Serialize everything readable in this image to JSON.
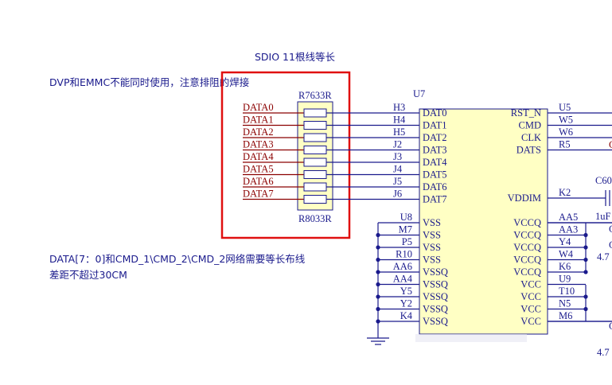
{
  "notes": {
    "sdio": "SDIO 11根线等长",
    "dvp": "DVP和EMMC不能同时使用，注意排阻的焊接",
    "data_line1": "DATA[7：0]和CMD_1\\CMD_2\\CMD_2网络需要等长布线",
    "data_line2": "差距不超过30CM"
  },
  "resistor": {
    "top_label": "R7633R",
    "bottom_label": "R8033R"
  },
  "chip": {
    "ref": "U7"
  },
  "nets": [
    "DATA0",
    "DATA1",
    "DATA2",
    "DATA3",
    "DATA4",
    "DATA5",
    "DATA6",
    "DATA7"
  ],
  "left_pins": [
    {
      "num": "H3",
      "name": "DAT0"
    },
    {
      "num": "H4",
      "name": "DAT1"
    },
    {
      "num": "H5",
      "name": "DAT2"
    },
    {
      "num": "J2",
      "name": "DAT3"
    },
    {
      "num": "J3",
      "name": "DAT4"
    },
    {
      "num": "J4",
      "name": "DAT5"
    },
    {
      "num": "J5",
      "name": "DAT6"
    },
    {
      "num": "J6",
      "name": "DAT7"
    }
  ],
  "right_pins_top": [
    {
      "num": "U5",
      "name": "RST_N"
    },
    {
      "num": "W5",
      "name": "CMD"
    },
    {
      "num": "W6",
      "name": "CLK"
    },
    {
      "num": "R5",
      "name": "DATS"
    }
  ],
  "vddim": {
    "num": "K2",
    "name": "VDDIM"
  },
  "gnd_pins": [
    {
      "num": "U8",
      "name": "VSS"
    },
    {
      "num": "M7",
      "name": "VSS"
    },
    {
      "num": "P5",
      "name": "VSS"
    },
    {
      "num": "R10",
      "name": "VSS"
    },
    {
      "num": "AA6",
      "name": "VSSQ"
    },
    {
      "num": "AA4",
      "name": "VSSQ"
    },
    {
      "num": "Y5",
      "name": "VSSQ"
    },
    {
      "num": "Y2",
      "name": "VSSQ"
    },
    {
      "num": "K4",
      "name": "VSSQ"
    }
  ],
  "pwr_pins": [
    {
      "num": "AA5",
      "name": "VCCQ"
    },
    {
      "num": "AA3",
      "name": "VCCQ"
    },
    {
      "num": "Y4",
      "name": "VCCQ"
    },
    {
      "num": "W4",
      "name": "VCCQ"
    },
    {
      "num": "K6",
      "name": "VCCQ"
    },
    {
      "num": "U9",
      "name": "VCC"
    },
    {
      "num": "T10",
      "name": "VCC"
    },
    {
      "num": "N5",
      "name": "VCC"
    },
    {
      "num": "M6",
      "name": "VCC"
    }
  ],
  "edge_labels": {
    "cap": "C60",
    "cap_val": "1uF",
    "val_a": "4.7",
    "val_b": "4.7",
    "clip_a": "C",
    "clip_b": "C",
    "clip_c": "C",
    "clip_d": "C"
  },
  "colors": {
    "wire": "#1a1a8c",
    "net": "#8b0000",
    "chip_fill": "#ffffc4",
    "highlight": "#e01010"
  }
}
